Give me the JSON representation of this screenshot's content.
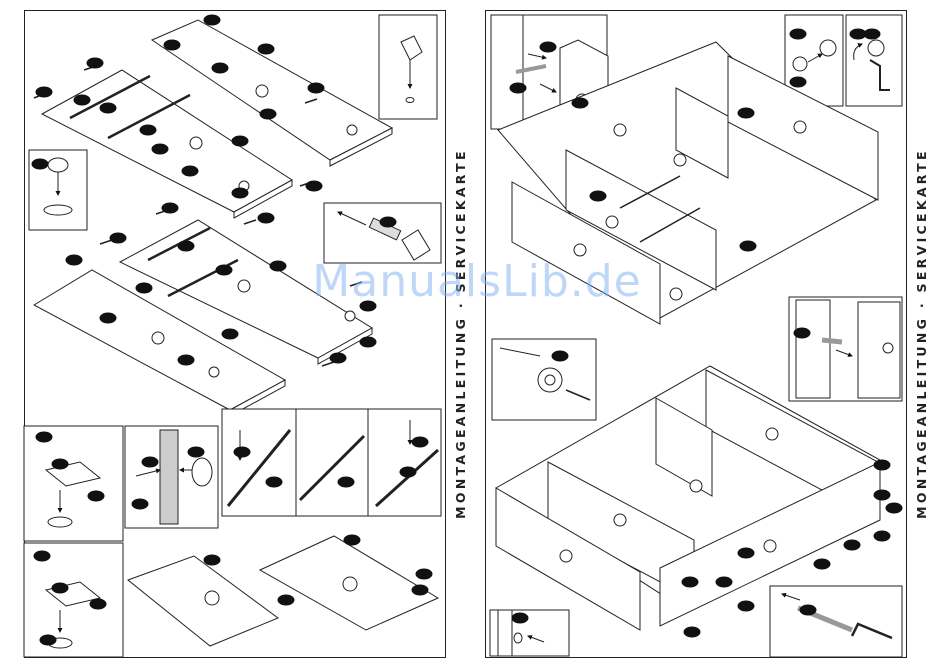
{
  "side_labels": {
    "left": "MONTAGEANLEITUNG · SERVICEKARTE",
    "right": "MONTAGEANLEITUNG · SERVICEKARTE"
  },
  "watermark": "ManualsLib.de",
  "icons": {
    "part_badge": "part-number-badge-icon",
    "arrow": "arrow-icon",
    "rotate": "rotate-arrow-icon",
    "allen_key": "allen-key-icon",
    "screw": "screw-icon",
    "dowel": "wooden-dowel-icon",
    "cam_lock": "cam-lock-icon",
    "hinge": "hinge-icon",
    "drawer_slide": "drawer-slide-icon"
  },
  "colors": {
    "ink": "#222222",
    "watermark": "#7fb0f2",
    "badge": "#111111"
  }
}
